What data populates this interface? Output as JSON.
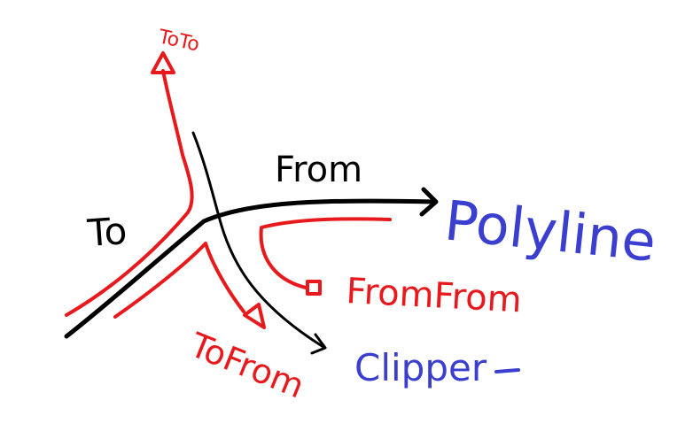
{
  "labels": {
    "toto": "ToTo",
    "from": "From",
    "to": "To",
    "polyline": "Polyline",
    "fromfrom": "FromFrom",
    "tofrom": "ToFrom",
    "clipper": "Clipper"
  },
  "colors": {
    "black": "#000000",
    "red": "#e8191c",
    "blue": "#3a3fd0",
    "background": "#ffffff"
  }
}
